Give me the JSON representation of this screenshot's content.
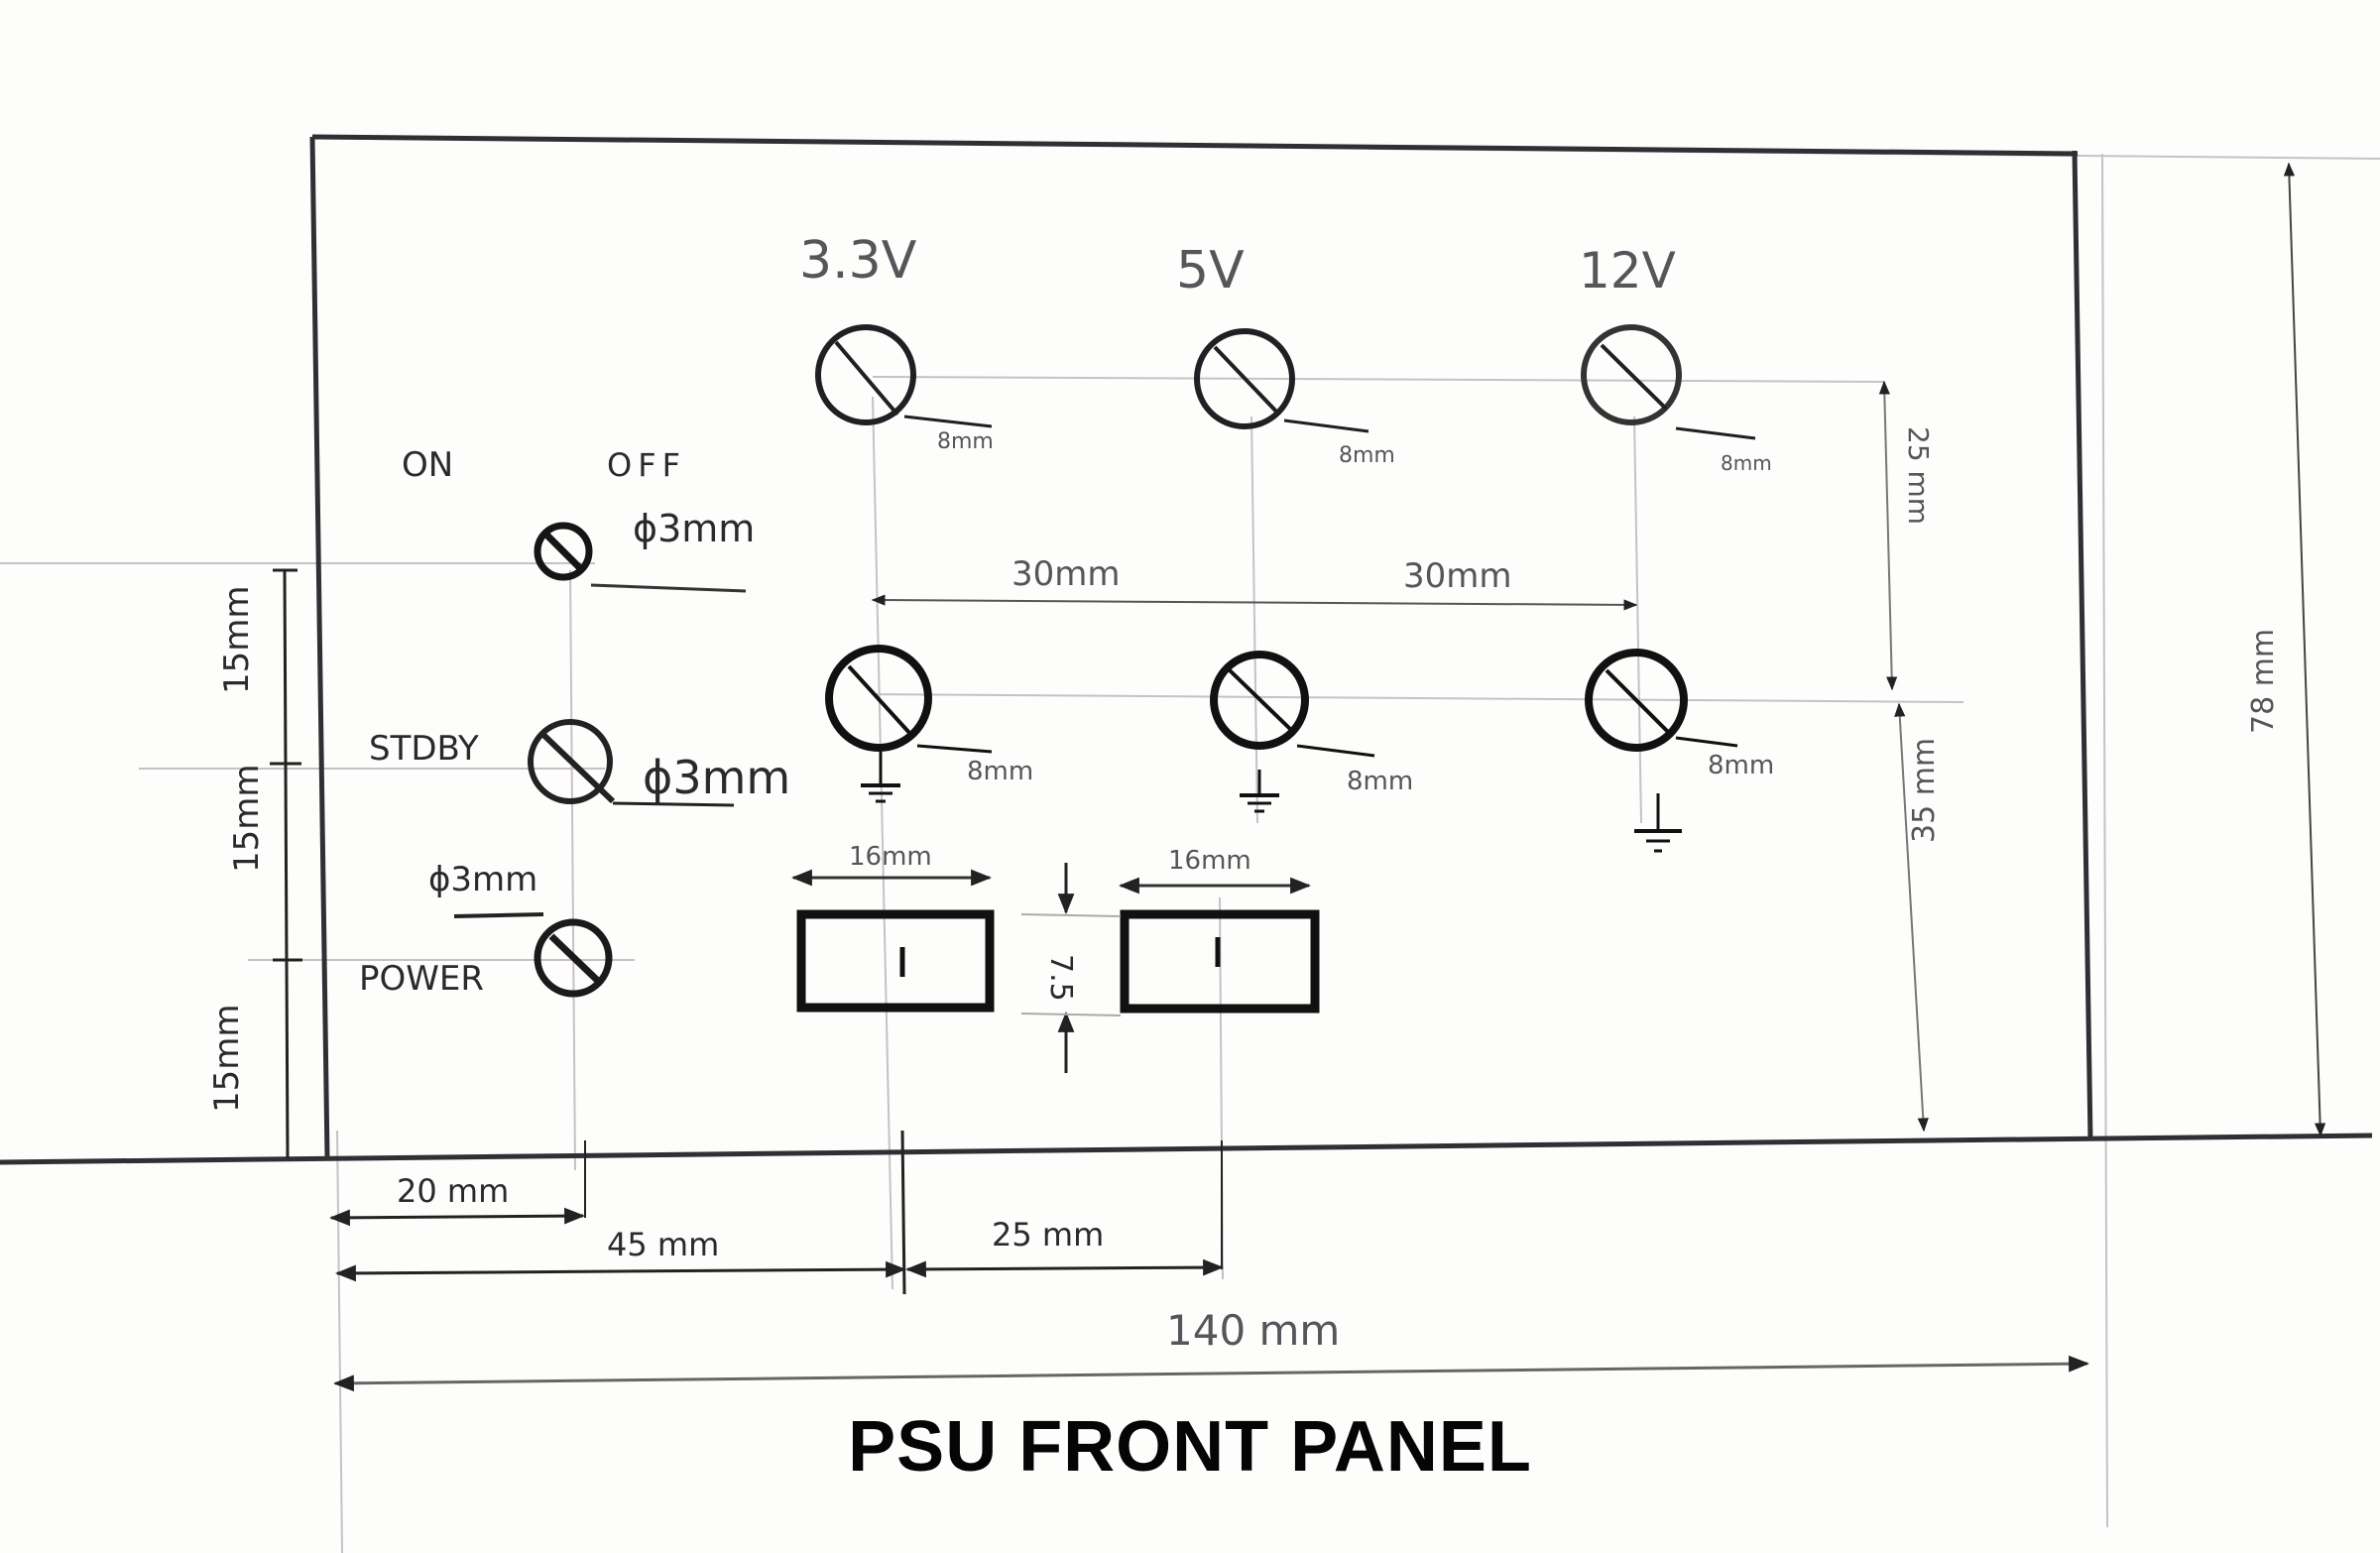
{
  "title": "PSU FRONT PANEL",
  "panel": {
    "width_label": "140 mm",
    "height_label": "78 mm"
  },
  "switches": {
    "on_label": "ON",
    "off_label": "OFF",
    "toggle_diameter": "ϕ3mm"
  },
  "leds": [
    {
      "label": "STDBY",
      "diameter": "ϕ3mm"
    },
    {
      "label": "POWER",
      "diameter": "ϕ3mm"
    }
  ],
  "terminals": {
    "voltages": [
      "3.3V",
      "5V",
      "12V"
    ],
    "top_row_size": [
      "8mm",
      "8mm",
      "8mm"
    ],
    "bottom_row_size": [
      "8mm",
      "8mm",
      "8mm"
    ],
    "spacing": [
      "30mm",
      "30mm"
    ],
    "row_gap_label": "25 mm",
    "bottom_offset_label": "35 mm"
  },
  "usb_ports": {
    "width_label_1": "16mm",
    "width_label_2": "16mm",
    "height_label": "7.5"
  },
  "left_dims": [
    "15mm",
    "15mm",
    "15mm"
  ],
  "bottom_dims": {
    "d1": "20 mm",
    "d2": "45 mm",
    "d3": "25 mm"
  }
}
